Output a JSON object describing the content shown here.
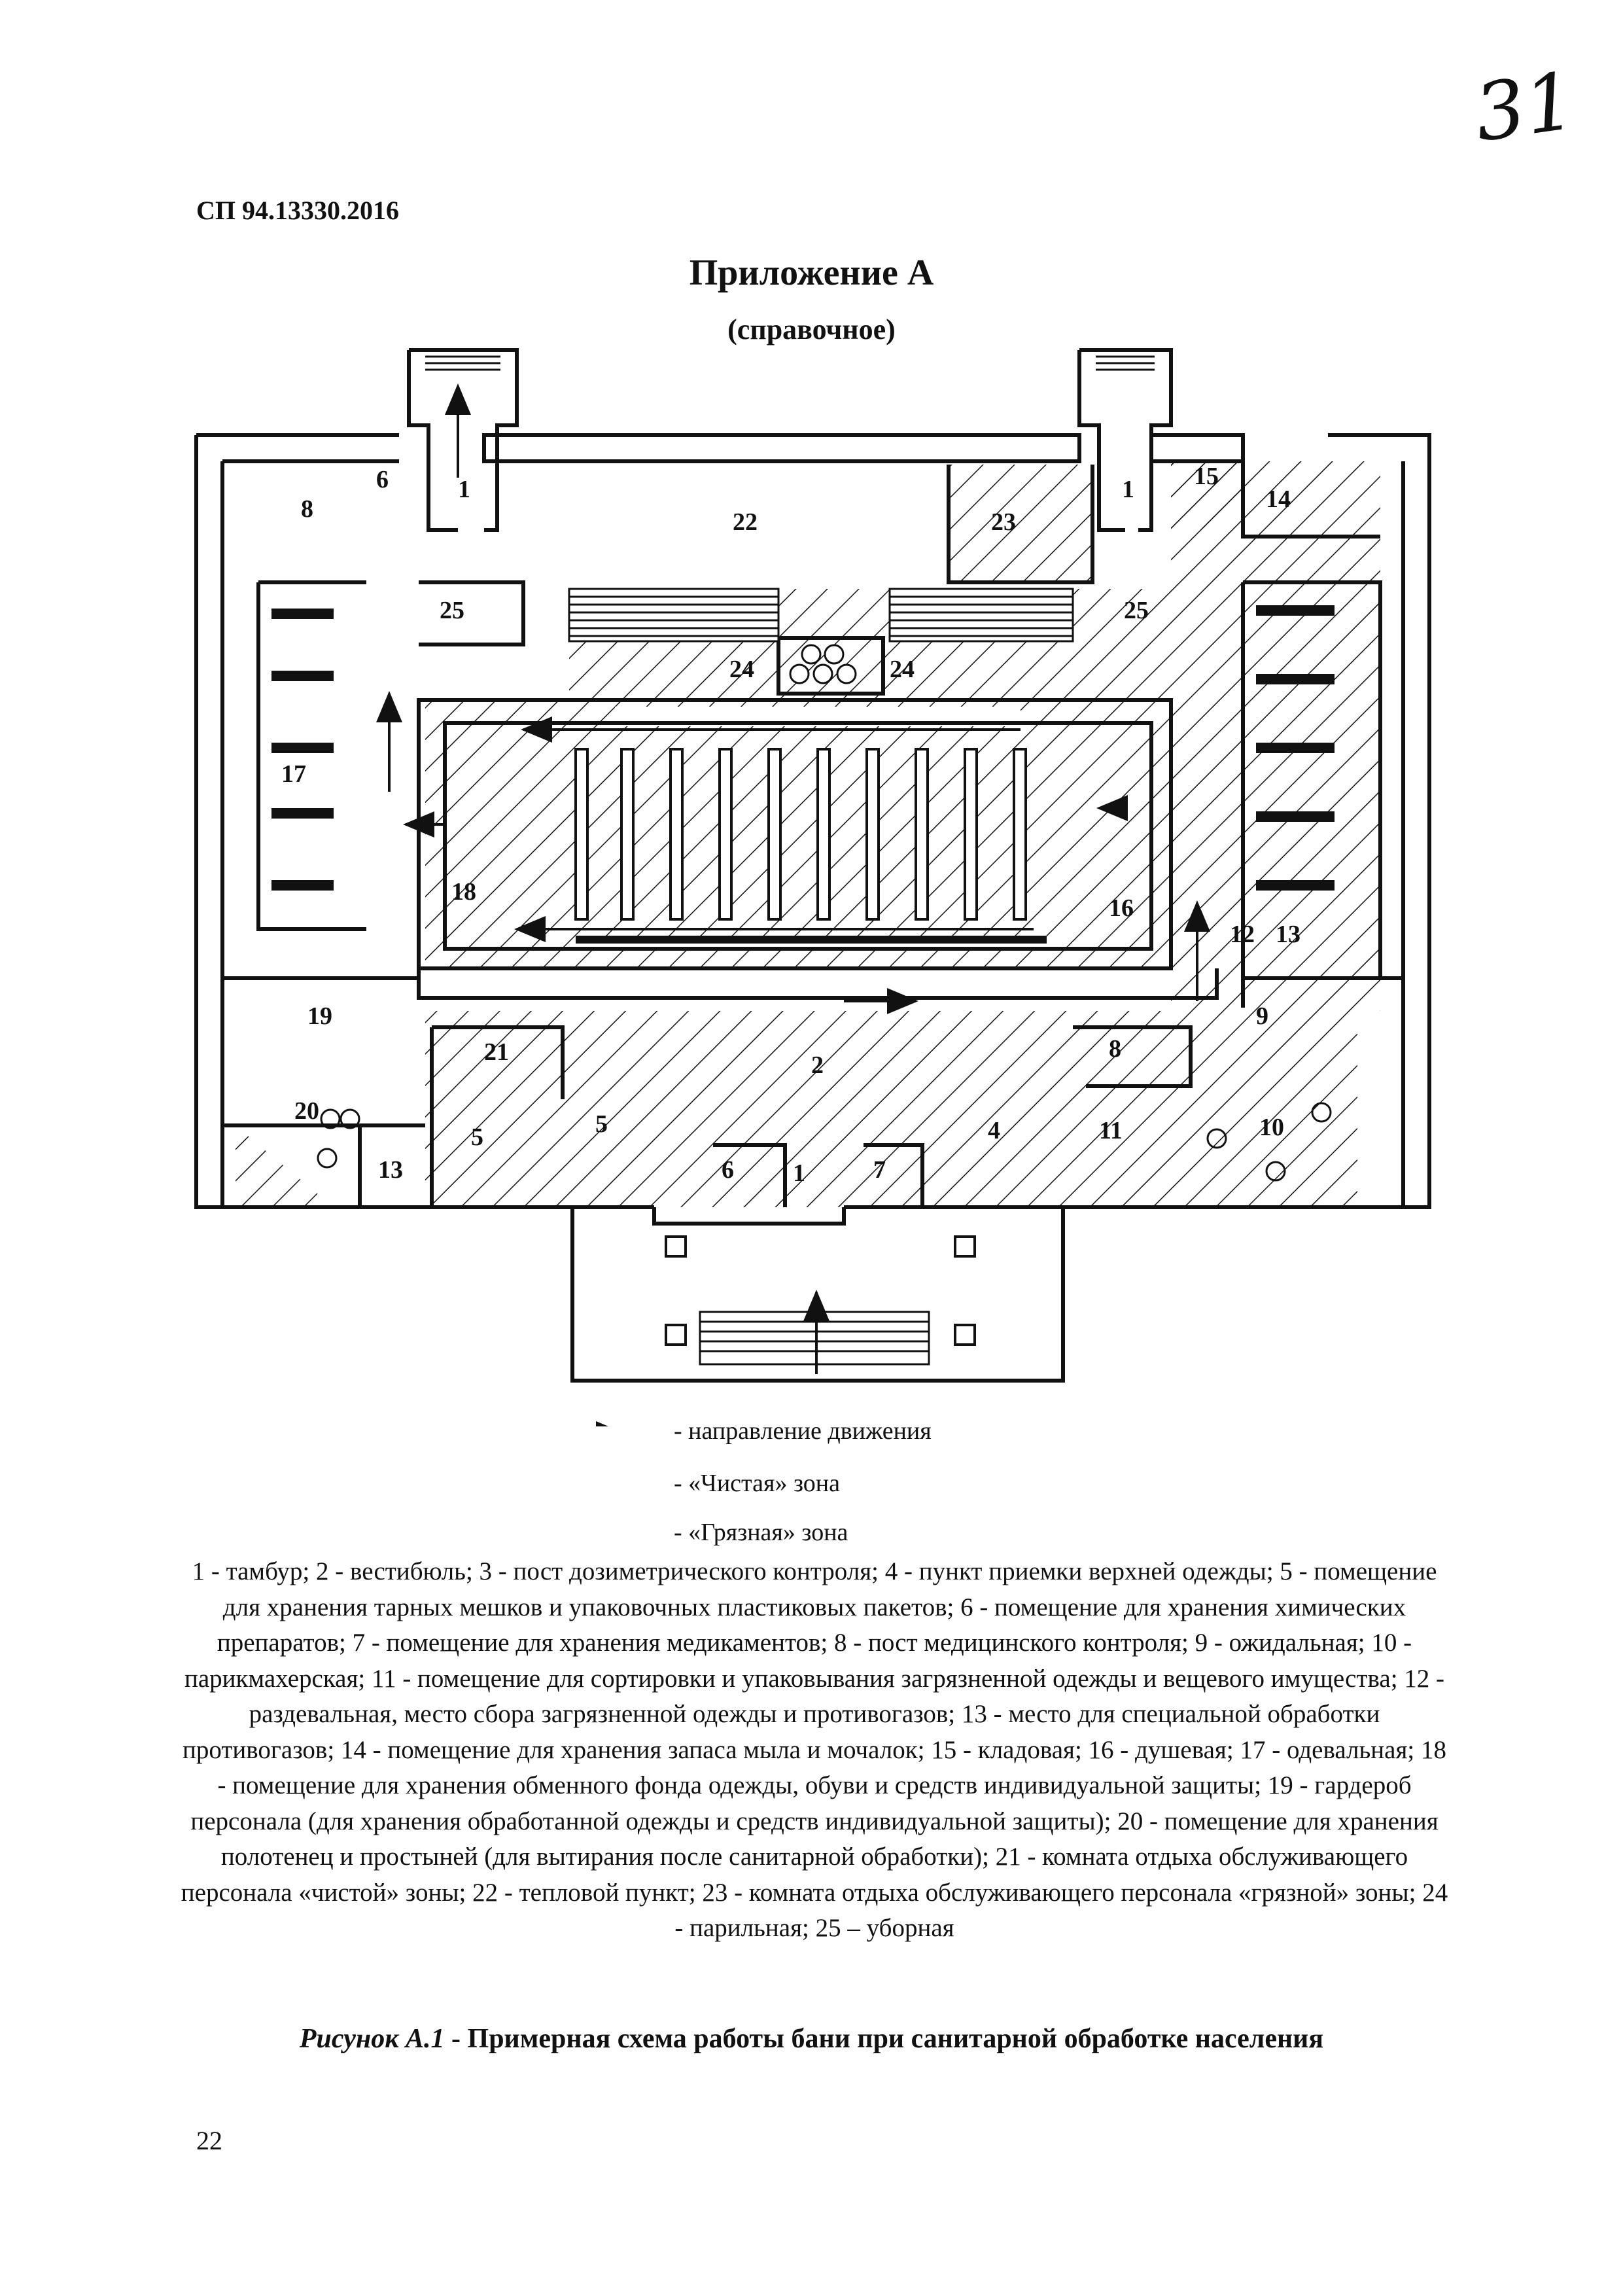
{
  "header": {
    "handwritten_page": "31",
    "doc_code": "СП 94.13330.2016",
    "appendix_title": "Приложение А",
    "appendix_subtitle": "(справочное)"
  },
  "plan": {
    "room_labels": [
      "1",
      "2",
      "4",
      "5",
      "6",
      "7",
      "8",
      "9",
      "10",
      "11",
      "12",
      "13",
      "14",
      "15",
      "16",
      "17",
      "18",
      "19",
      "20",
      "21",
      "22",
      "23",
      "24",
      "25"
    ]
  },
  "legend": {
    "arrow": "- направление движения",
    "clean": "- «Чистая» зона",
    "dirty": "- «Грязная» зона"
  },
  "caption": "1 - тамбур; 2 - вестибюль; 3 - пост дозиметрического контроля; 4 - пункт приемки верхней одежды; 5 - помещение для хранения тарных мешков и упаковочных пластиковых пакетов; 6 - помещение для хранения химических препаратов;  7 - помещение для хранения медикаментов; 8 - пост медицинского контроля;  9 - ожидальная; 10 - парикмахерская; 11 - помещение для сортировки и упаковывания загрязненной одежды и вещевого имущества; 12 - раздевальная, место сбора загрязненной одежды и противогазов; 13 - место для специальной обработки противогазов; 14 - помещение для хранения запаса мыла и мочалок; 15 - кладовая; 16 - душевая; 17 - одевальная; 18 - помещение для хранения обменного фонда одежды, обуви и средств индивидуальной защиты; 19 - гардероб персонала (для хранения обработанной одежды и средств индивидуальной защиты); 20 - помещение для хранения полотенец и простыней (для вытирания после санитарной обработки); 21 - комната отдыха обслуживающего персонала «чистой» зоны; 22 - тепловой пункт; 23 - комната отдыха обслуживающего персонала «грязной» зоны; 24 - парильная; 25 – уборная",
  "figure": {
    "label": "Рисунок А.1",
    "title": " - Примерная схема работы бани при санитарной обработке населения"
  },
  "footer": {
    "page_number": "22"
  }
}
